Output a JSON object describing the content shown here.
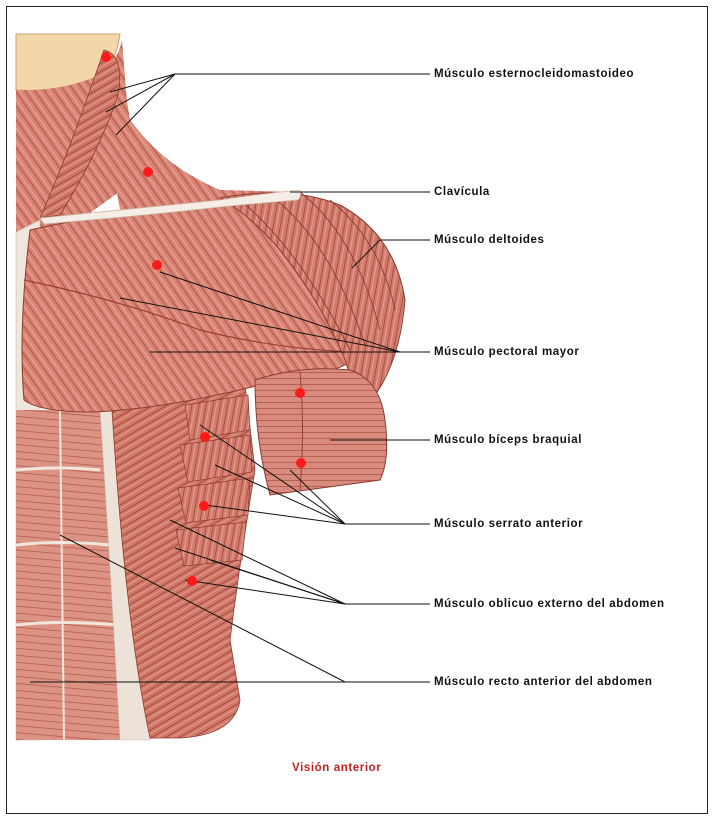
{
  "labels": {
    "esternocleidomastoideo": "Músculo esternocleidomastoideo",
    "clavicula": "Clavícula",
    "deltoides": "Músculo deltoides",
    "pectoral": "Músculo pectoral mayor",
    "biceps": "Músculo bíceps braquial",
    "serrato": "Músculo serrato anterior",
    "oblicuo": "Músculo oblicuo externo del abdomen",
    "recto": "Músculo recto anterior del abdomen"
  },
  "caption": "Visión anterior",
  "colors": {
    "muscle": "#d98c7d",
    "muscle_dark": "#b55a4c",
    "fiber": "#8c3a30",
    "skin": "#f2d7a8",
    "marker": "#ff1a1a",
    "caption": "#c42020"
  }
}
